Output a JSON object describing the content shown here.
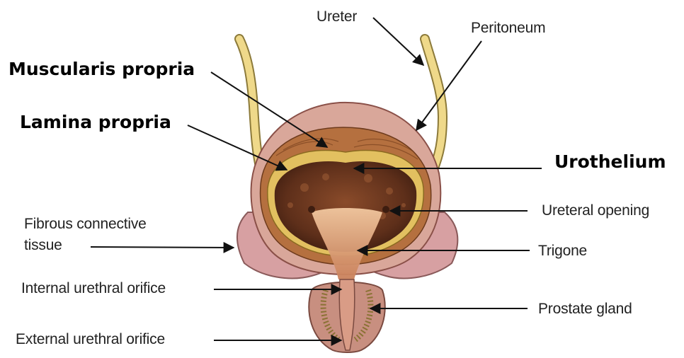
{
  "diagram": {
    "labels": {
      "ureter": "Ureter",
      "peritoneum": "Peritoneum",
      "muscularis_propria": "Muscularis propria",
      "lamina_propria": "Lamina propria",
      "urothelium": "Urothelium",
      "fibrous_line1": "Fibrous connective",
      "fibrous_line2": "tissue",
      "ureteral_opening": "Ureteral opening",
      "trigone": "Trigone",
      "internal_urethral_orifice": "Internal urethral orifice",
      "prostate_gland": "Prostate gland",
      "external_urethral_orifice": "External urethral orifice"
    },
    "colors": {
      "ureter": "#efd98a",
      "peritoneum": "#d9a79a",
      "muscle": "#b5703f",
      "lamina": "#e2c060",
      "lumen": "#6e3a22",
      "trigone": "#e9b48a",
      "fibrous": "#d7a0a2",
      "prostate": "#c88f80"
    }
  }
}
